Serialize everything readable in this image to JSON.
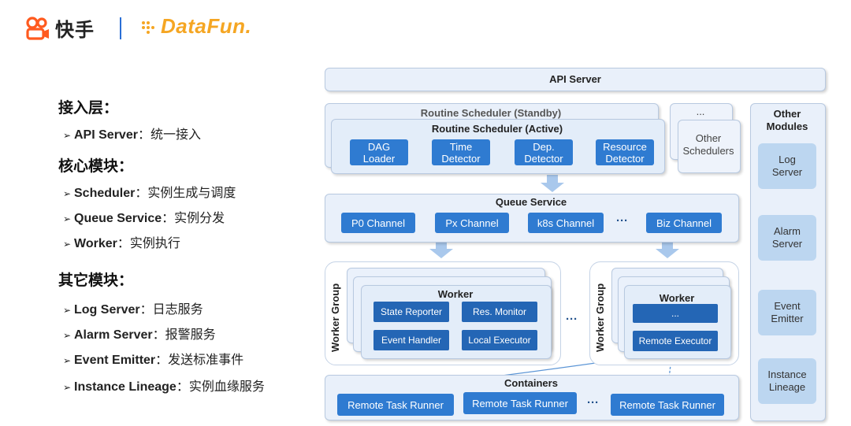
{
  "header": {
    "kuaishou_text": "快手",
    "datafun_text": "DataFun."
  },
  "sections": [
    {
      "title": "接入层：",
      "bullets": [
        {
          "bold": "API Server",
          "rest": "：统一接入"
        }
      ]
    },
    {
      "title": "核心模块：",
      "bullets": [
        {
          "bold": "Scheduler",
          "rest": "：实例生成与调度"
        },
        {
          "bold": "Queue Service",
          "rest": "：实例分发"
        },
        {
          "bold": "Worker",
          "rest": "：实例执行"
        }
      ]
    },
    {
      "title": "其它模块：",
      "bullets": [
        {
          "bold": "Log Server",
          "rest": "：日志服务"
        },
        {
          "bold": "Alarm Server",
          "rest": "：报警服务"
        },
        {
          "bold": "Event Emitter",
          "rest": "：发送标准事件"
        },
        {
          "bold": "Instance Lineage",
          "rest": "：实例血缘服务"
        }
      ]
    }
  ],
  "diagram": {
    "api_server": "API Server",
    "scheduler_standby": "Routine Scheduler (Standby)",
    "scheduler_active": "Routine Scheduler (Active)",
    "scheduler_steps": [
      "DAG\nLoader",
      "Time\nDetector",
      "Dep.\nDetector",
      "Resource\nDetector"
    ],
    "other_schedulers_dots": "...",
    "other_schedulers": "Other\nSchedulers",
    "queue_service": "Queue Service",
    "channels": [
      "P0 Channel",
      "Px Channel",
      "k8s Channel",
      "Biz Channel"
    ],
    "dots": "···",
    "worker_group": "Worker Group",
    "worker": "Worker",
    "worker1_items": [
      "State Reporter",
      "Res. Monitor",
      "Event Handler",
      "Local Executor"
    ],
    "worker2_items": [
      "...",
      "Remote Executor"
    ],
    "containers": "Containers",
    "runners": [
      "Remote Task Runner",
      "Remote Task Runner",
      "Remote Task Runner"
    ],
    "other_modules": "Other\nModules",
    "modules": [
      "Log\nServer",
      "Alarm\nServer",
      "Event\nEmitter",
      "Instance\nLineage"
    ]
  }
}
